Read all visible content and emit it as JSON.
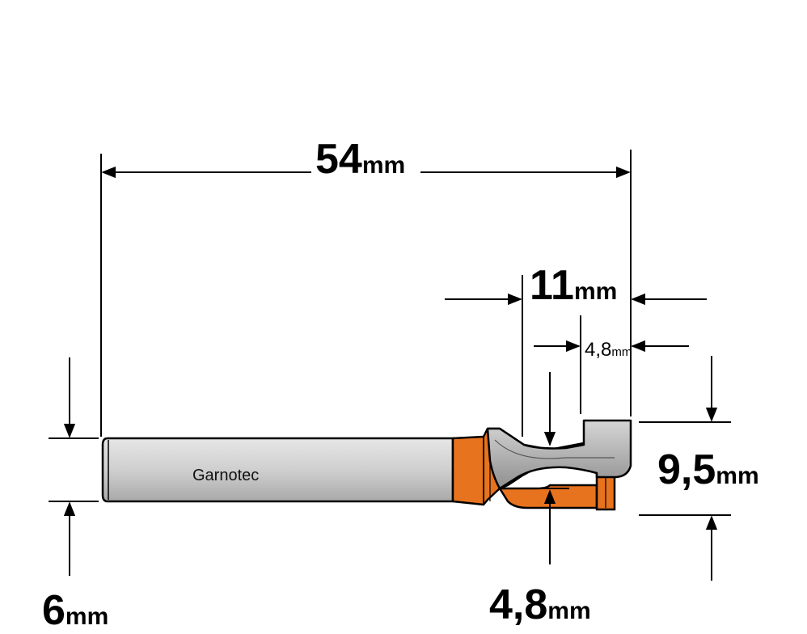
{
  "brand": "Garnotec",
  "dimensions": {
    "overall_length": {
      "value": "54",
      "unit": "mm"
    },
    "cutting_length": {
      "value": "11",
      "unit": "mm"
    },
    "slot_width": {
      "value": "4,8",
      "unit": "mm"
    },
    "cutting_diameter": {
      "value": "9,5",
      "unit": "mm"
    },
    "neck_diameter": {
      "value": "4,8",
      "unit": "mm"
    },
    "shank_diameter": {
      "value": "6",
      "unit": "mm"
    }
  },
  "colors": {
    "shank": "#c8c8c8",
    "body": "#e8731e",
    "head": "#b0b0b0",
    "outline": "#000000"
  }
}
